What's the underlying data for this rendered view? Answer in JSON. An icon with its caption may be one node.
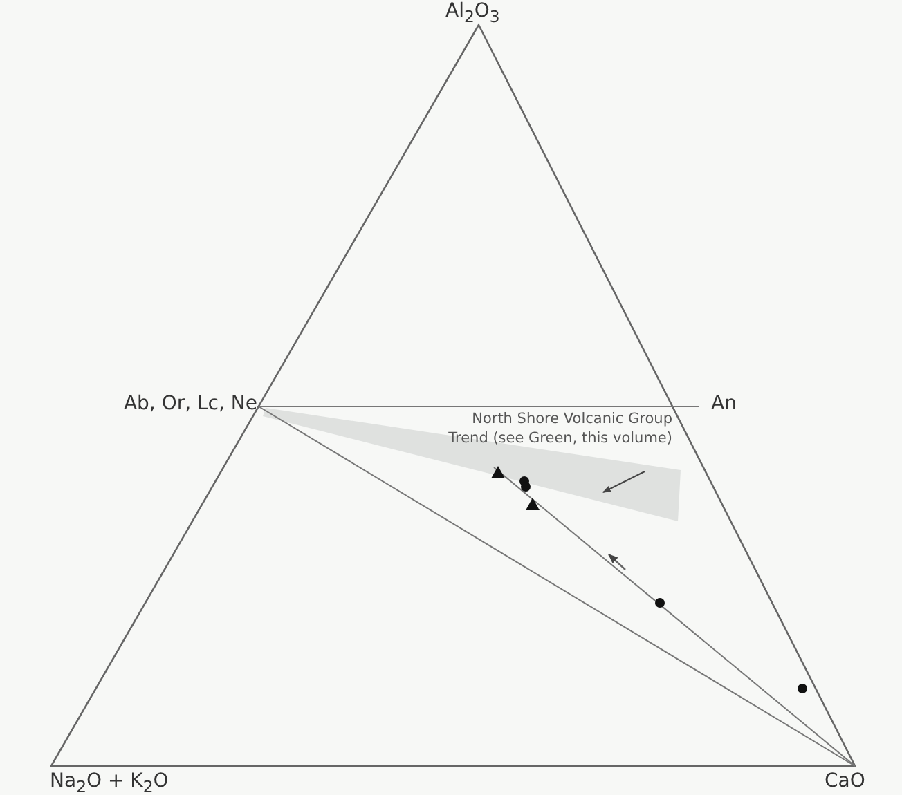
{
  "diagram": {
    "nodes": [
      {
        "text": [
          "North Shore Volcanic Group Trend (see Green, this volume)"
        ]
      },
      {
        "text": [],
        "shape": "band"
      }
    ],
    "edges": [
      {
        "from": 0,
        "to": 1,
        "arrow": "to"
      }
    ],
    "labels": [
      "Al$_{2}$O$_{3}$",
      "Ab, Or, Lc, Ne",
      "An",
      "Na$_{2}$O + K$_{2}$O",
      "CaO"
    ]
  }
}
